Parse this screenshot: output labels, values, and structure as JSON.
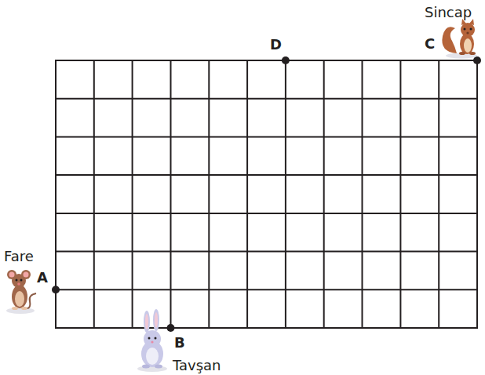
{
  "diagram": {
    "labels": [
      "Sincap",
      "D",
      "C",
      "Fare",
      "A",
      "B",
      "Tavşan"
    ]
  }
}
